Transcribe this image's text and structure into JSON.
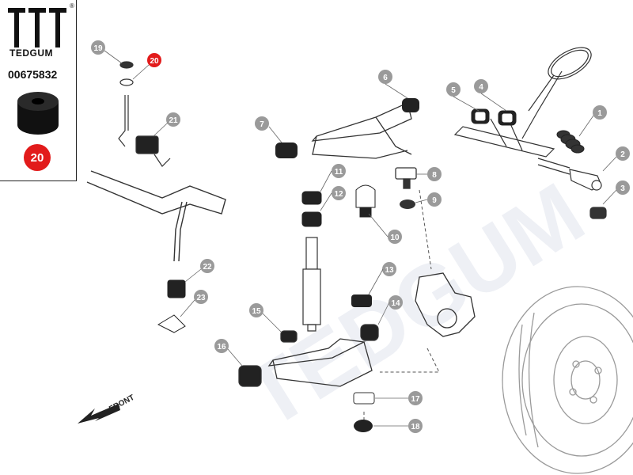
{
  "brand": {
    "name": "TEDGUM",
    "registered_mark": "®",
    "part_number": "00675832",
    "highlight_number": "20"
  },
  "watermark": "TEDGUM",
  "direction_label": "FRONT",
  "colors": {
    "callout_gray": "#9a9a9a",
    "highlight_red": "#e21b1b",
    "line": "#333333",
    "wheel_line": "#9a9a9a"
  },
  "callouts": [
    "1",
    "2",
    "3",
    "4",
    "5",
    "6",
    "7",
    "8",
    "9",
    "10",
    "11",
    "12",
    "13",
    "14",
    "15",
    "16",
    "17",
    "18",
    "19",
    "20",
    "21",
    "22",
    "23"
  ]
}
